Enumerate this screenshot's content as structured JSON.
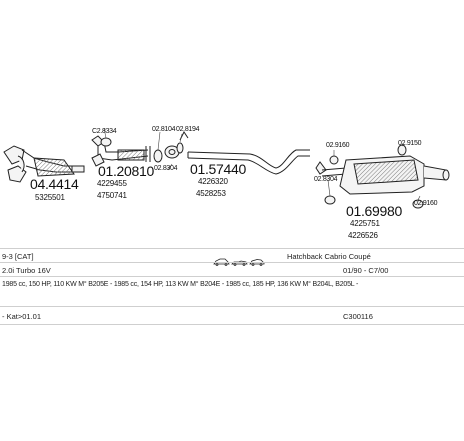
{
  "parts": {
    "p1": {
      "number": "04.4414",
      "ref": "5325501"
    },
    "p2": {
      "number": "01.20810",
      "ref1": "4229455",
      "ref2": "4750741",
      "tag": "C2.8334"
    },
    "p3": {
      "number": "01.57440",
      "ref1": "4226320",
      "ref2": "4528253",
      "tag1": "02.8104",
      "tag2": "02.8194",
      "tag3": "02.8304"
    },
    "p4": {
      "number": "01.69980",
      "ref1": "4225751",
      "ref2": "4226526",
      "tag1": "02.9160",
      "tag2": "02.9150",
      "tag3": "02.8304",
      "tag4": "02.9160"
    }
  },
  "vehicle": {
    "model": "9-3 [CAT]",
    "body": "Hatchback Cabrio Coupé",
    "engine": "2.0i Turbo 16V",
    "years": "01/90 - C7/00",
    "spec": "1985 cc, 150 HP, 110 KW M° B205E - 1985 cc, 154 HP, 113 KW M° B204E - 1985 cc, 185 HP, 136 KW M° B204L, B205L -",
    "note": "- Kat>01.01",
    "code": "C300116"
  },
  "colors": {
    "line": "#222222",
    "fill": "#f2f2f2",
    "hatch": "#7a7a7a",
    "rule": "#cfcfcf"
  }
}
